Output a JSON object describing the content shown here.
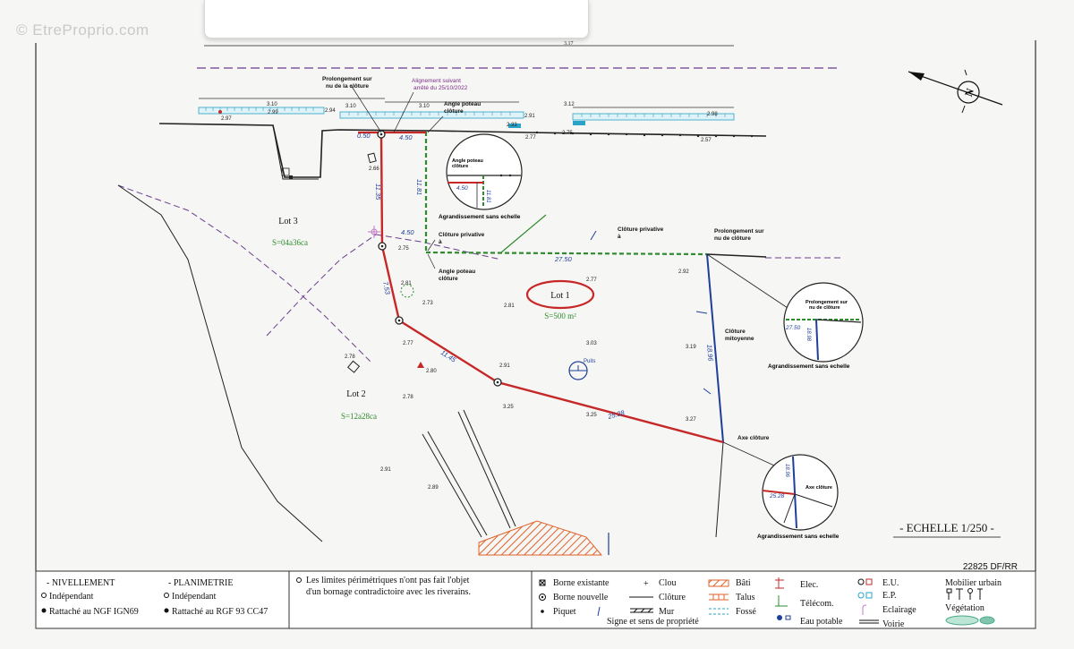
{
  "watermark": "© EtreProprio.com",
  "plan": {
    "reference": "22825 DF/RR",
    "scale": "- ECHELLE 1/250 -",
    "north_symbol": "N",
    "lots": [
      {
        "name": "Lot 1",
        "area": "S=500 m²"
      },
      {
        "name": "Lot 2",
        "area": "S=12a28ca"
      },
      {
        "name": "Lot 3",
        "area": "S=04a36ca"
      }
    ],
    "well_label": "Puits",
    "annotations": {
      "prolongement_cloture_left": [
        "Prolongement sur",
        "nu de la clôture"
      ],
      "alignement": [
        "Alignement suivant",
        "arrêté du 25/10/2022"
      ],
      "angle_poteau_top": [
        "Angle poteau",
        "clôture"
      ],
      "angle_poteau_bottom": [
        "Angle poteau",
        "clôture"
      ],
      "cloture_privative_left": [
        "Clôture privative",
        "à"
      ],
      "cloture_privative_right": [
        "Clôture privative",
        "à"
      ],
      "prolongement_right": [
        "Prolongement sur",
        "nu de clôture"
      ],
      "cloture_mitoyenne": [
        "Clôture",
        "mitoyenne"
      ],
      "axe_cloture": "Axe clôture"
    },
    "detail_circles": [
      {
        "title": [
          "Angle poteau",
          "clôture"
        ],
        "dims": [
          "4.50",
          "11.81"
        ],
        "caption": "Agrandissement sans echelle"
      },
      {
        "title": [
          "Prolongement sur",
          "nu de clôture"
        ],
        "dims": [
          "27.50",
          "18.98"
        ],
        "caption": "Agrandissement sans echelle"
      },
      {
        "title": [
          "Axe clôture"
        ],
        "dims": [
          "18.96",
          "25.28"
        ],
        "caption": "Agrandissement sans echelle"
      }
    ],
    "dimensions": [
      "0.50",
      "4.50",
      "11.35",
      "11.81",
      "4.50",
      "27.50",
      "7.53",
      "11.45",
      "25.28",
      "18.96"
    ],
    "elevations": [
      "3.17",
      "3.10",
      "3.10",
      "3.10",
      "3.12",
      "2.98",
      "2.97",
      "2.99",
      "2.94",
      "2.91",
      "2.33",
      "2.77",
      "2.75",
      "2.57",
      "2.66",
      "2.75",
      "2.81",
      "2.73",
      "2.77",
      "2.81",
      "2.92",
      "2.77",
      "3.03",
      "3.19",
      "2.78",
      "2.80",
      "2.91",
      "2.78",
      "3.25",
      "3.25",
      "3.27",
      "2.91",
      "2.89"
    ]
  },
  "legend": {
    "nivellement": {
      "title": "- NIVELLEMENT",
      "items": [
        "Indépendant",
        "Rattaché au NGF IGN69"
      ]
    },
    "planimetrie": {
      "title": "- PLANIMETRIE",
      "items": [
        "Indépendant",
        "Rattaché au RGF 93 CC47"
      ]
    },
    "note": [
      "Les limites périmétriques n'ont pas fait l'objet",
      "d'un bornage contradictoire avec les riverains."
    ],
    "symbols_col1": [
      "Borne existante",
      "Borne nouvelle",
      "Piquet"
    ],
    "symbols_col2": [
      "Clou",
      "Clôture",
      "Mur"
    ],
    "sign_label": "Signe et sens de propriété",
    "symbols_col3": [
      "Bâti",
      "Talus",
      "Fossé"
    ],
    "symbols_col4": [
      "Elec.",
      "Télécom.",
      "Eau potable"
    ],
    "symbols_col5": [
      "E.U.",
      "E.P.",
      "Eclairage",
      "Voirie"
    ],
    "symbols_col6": [
      "Mobilier urbain",
      "Végétation"
    ]
  },
  "colors": {
    "limit_red": "#c62828",
    "green_fence": "#2e8b2e",
    "blue_dims": "#1f3f9a",
    "purple_dash": "#6a3d8f",
    "hatch": "#e0622a",
    "ruler": "#2aa3c9"
  }
}
